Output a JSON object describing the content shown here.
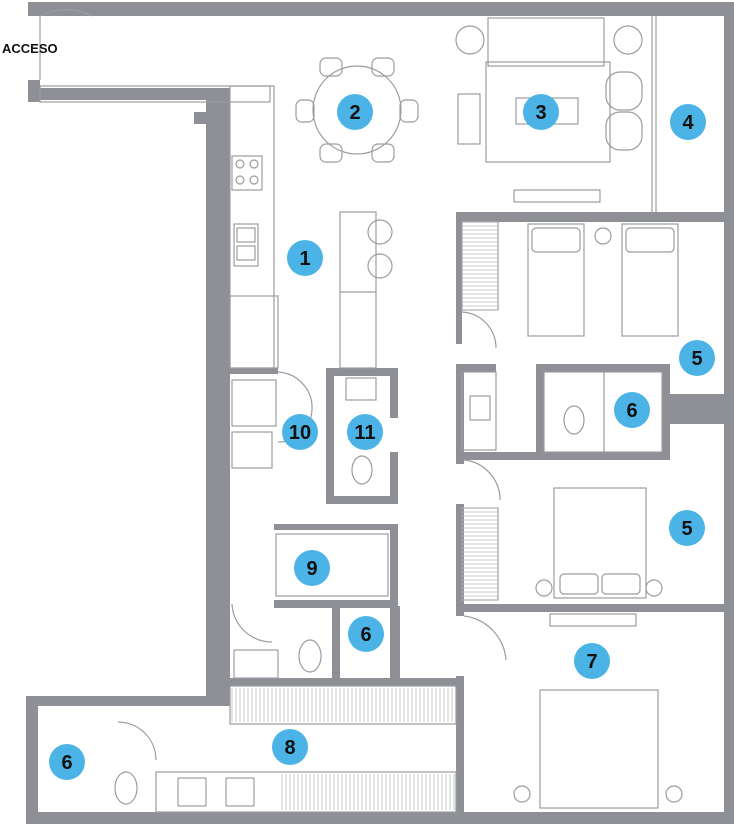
{
  "plan": {
    "entry_label": "ACCESO",
    "colors": {
      "wall": "#8e9095",
      "line": "#9a9ca1",
      "badge": "#4bb3e6",
      "badge_text": "#111111",
      "floor": "#ffffff"
    },
    "rooms": [
      {
        "id": "kitchen",
        "number": "1"
      },
      {
        "id": "dining",
        "number": "2"
      },
      {
        "id": "living",
        "number": "3"
      },
      {
        "id": "terrace",
        "number": "4"
      },
      {
        "id": "bedroom-twin",
        "number": "5"
      },
      {
        "id": "bedroom-double",
        "number": "5"
      },
      {
        "id": "bath-shared",
        "number": "6"
      },
      {
        "id": "bath-service",
        "number": "6"
      },
      {
        "id": "bath-master",
        "number": "6"
      },
      {
        "id": "master-bedroom",
        "number": "7"
      },
      {
        "id": "closet-hall",
        "number": "8"
      },
      {
        "id": "service-room",
        "number": "9"
      },
      {
        "id": "laundry",
        "number": "10"
      },
      {
        "id": "powder-room",
        "number": "11"
      }
    ]
  }
}
